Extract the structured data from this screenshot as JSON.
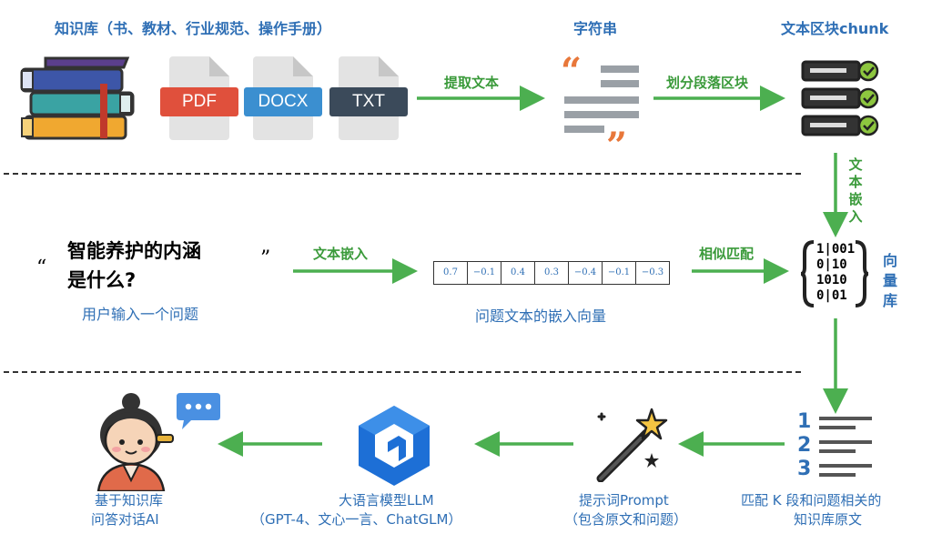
{
  "row1": {
    "source_label": "知识库（书、教材、行业规范、操作手册）",
    "doc_tags": [
      "PDF",
      "DOCX",
      "TXT"
    ],
    "string_label": "字符串",
    "chunk_label": "文本区块chunk",
    "arrow1_label": "提取文本",
    "arrow2_label": "划分段落区块"
  },
  "vertical1_label": "文本嵌入",
  "row2": {
    "quote_open": "“",
    "quote_close": "”",
    "question_line1": "智能养护的内涵",
    "question_line2": "是什么?",
    "question_caption": "用户输入一个问题",
    "arrow_label": "文本嵌入",
    "vector_values": [
      "0.7",
      "−0.1",
      "0.4",
      "0.3",
      "−0.4",
      "−0.1",
      "−0.3"
    ],
    "vector_caption": "问题文本的嵌入向量",
    "similar_label": "相似匹配",
    "vector_db_label": "向量库",
    "binary_rows": [
      "1|001",
      "0|10",
      "1010",
      "0|01"
    ]
  },
  "row3": {
    "ai_label_1": "基于知识库",
    "ai_label_2": "问答对话AI",
    "llm_label_1": "大语言模型LLM",
    "llm_label_2": "（GPT-4、文心一言、ChatGLM）",
    "prompt_label_1": "提示词Prompt",
    "prompt_label_2": "（包含原文和问题）",
    "match_label_1": "匹配 K 段和问题相关的",
    "match_label_2": "知识库原文",
    "list_numbers": [
      "1",
      "2",
      "3"
    ]
  },
  "colors": {
    "arrow": "#4caf50",
    "label_blue": "#2f6fb5",
    "pdf": "#e0503c",
    "docx": "#3b8fd0",
    "txt": "#3b4a5a",
    "check": "#8dc63f",
    "llm_logo": "#1d6fd6"
  },
  "icons": [
    "books-icon",
    "pdf-file-icon",
    "docx-file-icon",
    "txt-file-icon",
    "quote-text-icon",
    "chunk-stack-icon",
    "vector-db-icon",
    "numbered-list-icon",
    "magic-wand-icon",
    "llm-logo-icon",
    "ai-avatar-icon",
    "chat-bubble-icon"
  ]
}
